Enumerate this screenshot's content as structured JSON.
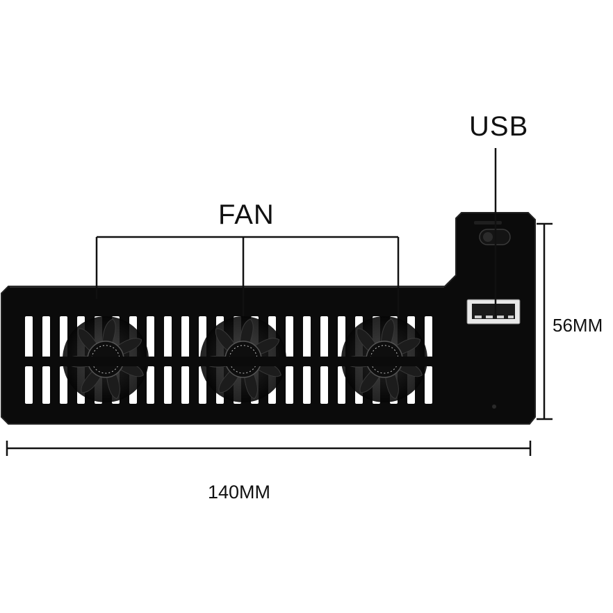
{
  "labels": {
    "fan": "FAN",
    "usb": "USB",
    "height": "56MM",
    "width": "140MM"
  },
  "colors": {
    "body": "#0b0b0b",
    "body_edge": "#222222",
    "vent": "#ffffff",
    "fan_blade": "#1a1a1a",
    "fan_label": "#d9d9d9",
    "leader_line": "#111111",
    "usb_port": "#e8e8e8"
  },
  "icons": {
    "device": "fan-cooler-device-icon",
    "fan": "cooling-fan-icon",
    "usb_port": "usb-port-icon",
    "switch": "power-switch-icon"
  }
}
